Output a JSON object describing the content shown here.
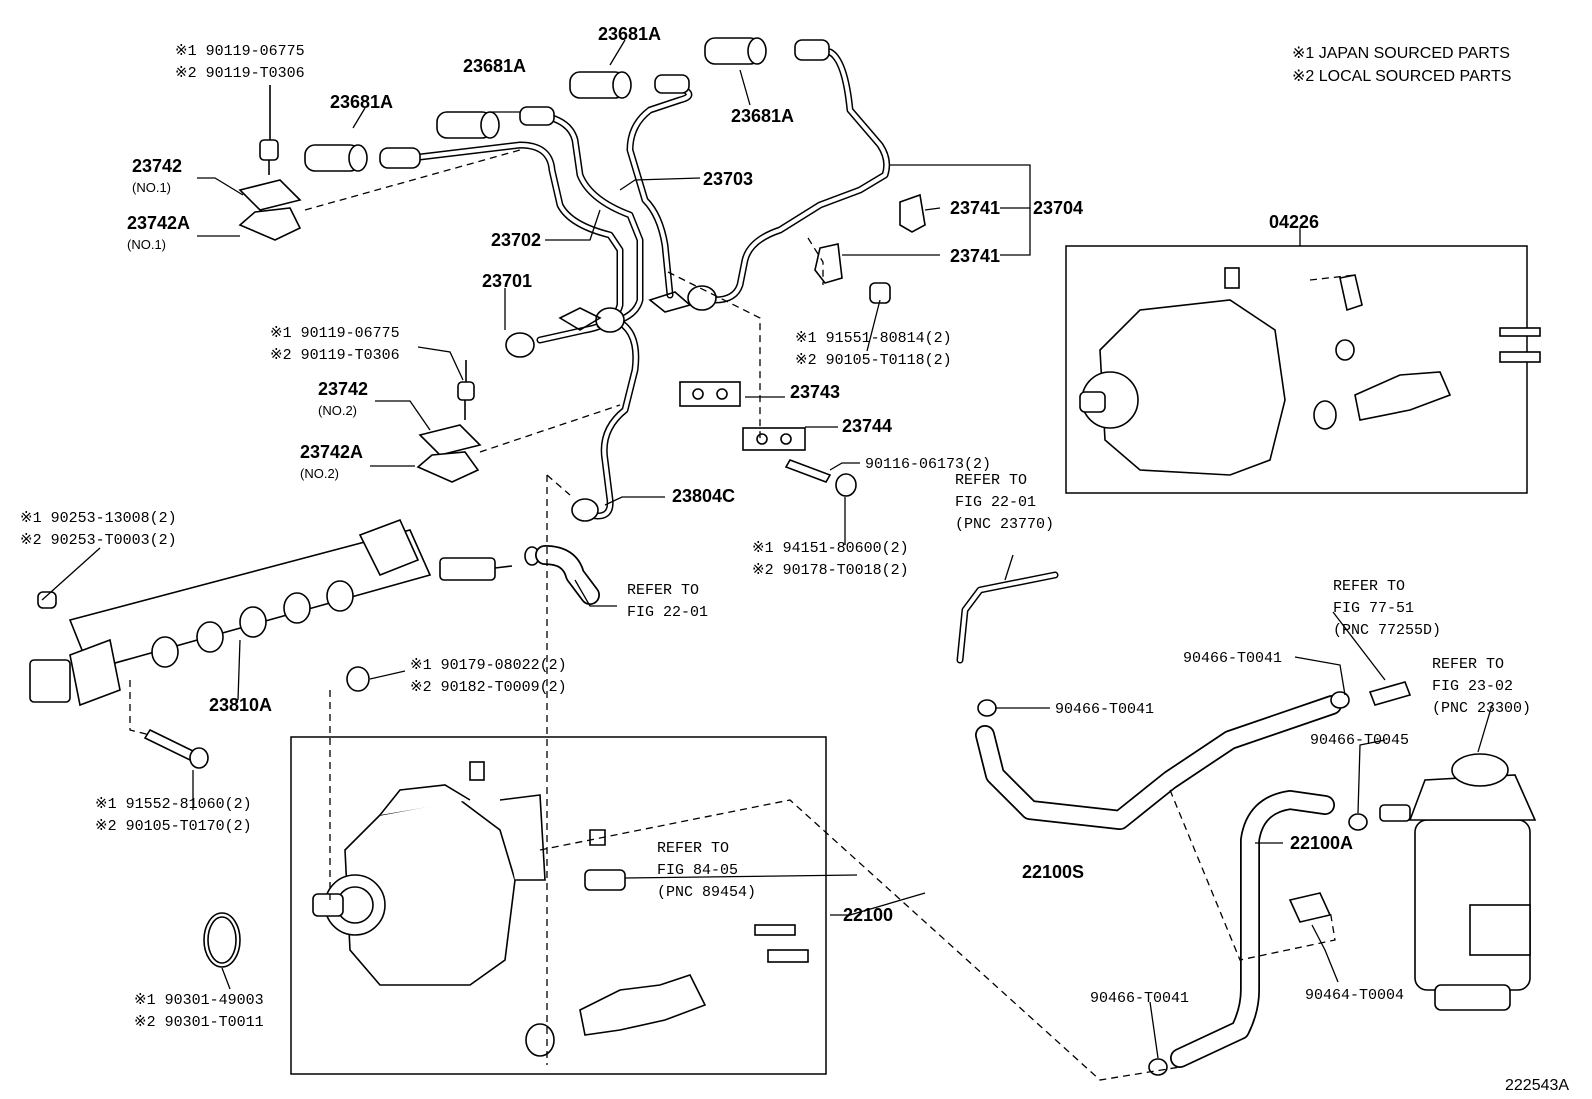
{
  "legend": {
    "line1": "※1 JAPAN SOURCED PARTS",
    "line2": "※2 LOCAL SOURCED PARTS"
  },
  "figure_id": "222543A",
  "callouts": {
    "p23681A_1": "23681A",
    "p23681A_2": "23681A",
    "p23681A_3": "23681A",
    "p23681A_4": "23681A",
    "p23703": "23703",
    "p23702": "23702",
    "p23701": "23701",
    "p23741_a": "23741",
    "p23741_b": "23741",
    "p23704": "23704",
    "p04226": "04226",
    "p23742_1": "23742",
    "p23742_1_sub": "(NO.1)",
    "p23742A_1": "23742A",
    "p23742A_1_sub": "(NO.1)",
    "p23742_2": "23742",
    "p23742_2_sub": "(NO.2)",
    "p23742A_2": "23742A",
    "p23742A_2_sub": "(NO.2)",
    "p23743": "23743",
    "p23744": "23744",
    "p23804C": "23804C",
    "p23810A": "23810A",
    "p22100": "22100",
    "p22100S": "22100S",
    "p22100A": "22100A",
    "bolt_top_1": "※1 90119-06775",
    "bolt_top_2": "※2 90119-T0306",
    "bolt_mid_1": "※1 90119-06775",
    "bolt_mid_2": "※2 90119-T0306",
    "bolt_right_1": "※1 91551-80814(2)",
    "bolt_right_2": "※2 90105-T0118(2)",
    "stud": "90116-06173(2)",
    "nut_1": "※1 94151-80600(2)",
    "nut_2": "※2 90178-T0018(2)",
    "plug_1": "※1 90253-13008(2)",
    "plug_2": "※2 90253-T0003(2)",
    "washer_1": "※1 90179-08022(2)",
    "washer_2": "※2 90182-T0009(2)",
    "railbolt_1": "※1 91552-81060(2)",
    "railbolt_2": "※2 90105-T0170(2)",
    "oring_1": "※1 90301-49003",
    "oring_2": "※2 90301-T0011",
    "clip_1": "90466-T0041",
    "clip_2": "90466-T0041",
    "clip_3": "90466-T0041",
    "clip_4": "90466-T0045",
    "clamp": "90464-T0004"
  },
  "refs": {
    "r1": [
      "REFER TO",
      "FIG 22-01"
    ],
    "r2": [
      "REFER TO",
      "FIG 22-01",
      "(PNC 23770)"
    ],
    "r3": [
      "REFER TO",
      "FIG 77-51",
      "(PNC 77255D)"
    ],
    "r4": [
      "REFER TO",
      "FIG 23-02",
      "(PNC 23300)"
    ],
    "r5": [
      "REFER TO",
      "FIG 84-05",
      "(PNC 89454)"
    ]
  }
}
